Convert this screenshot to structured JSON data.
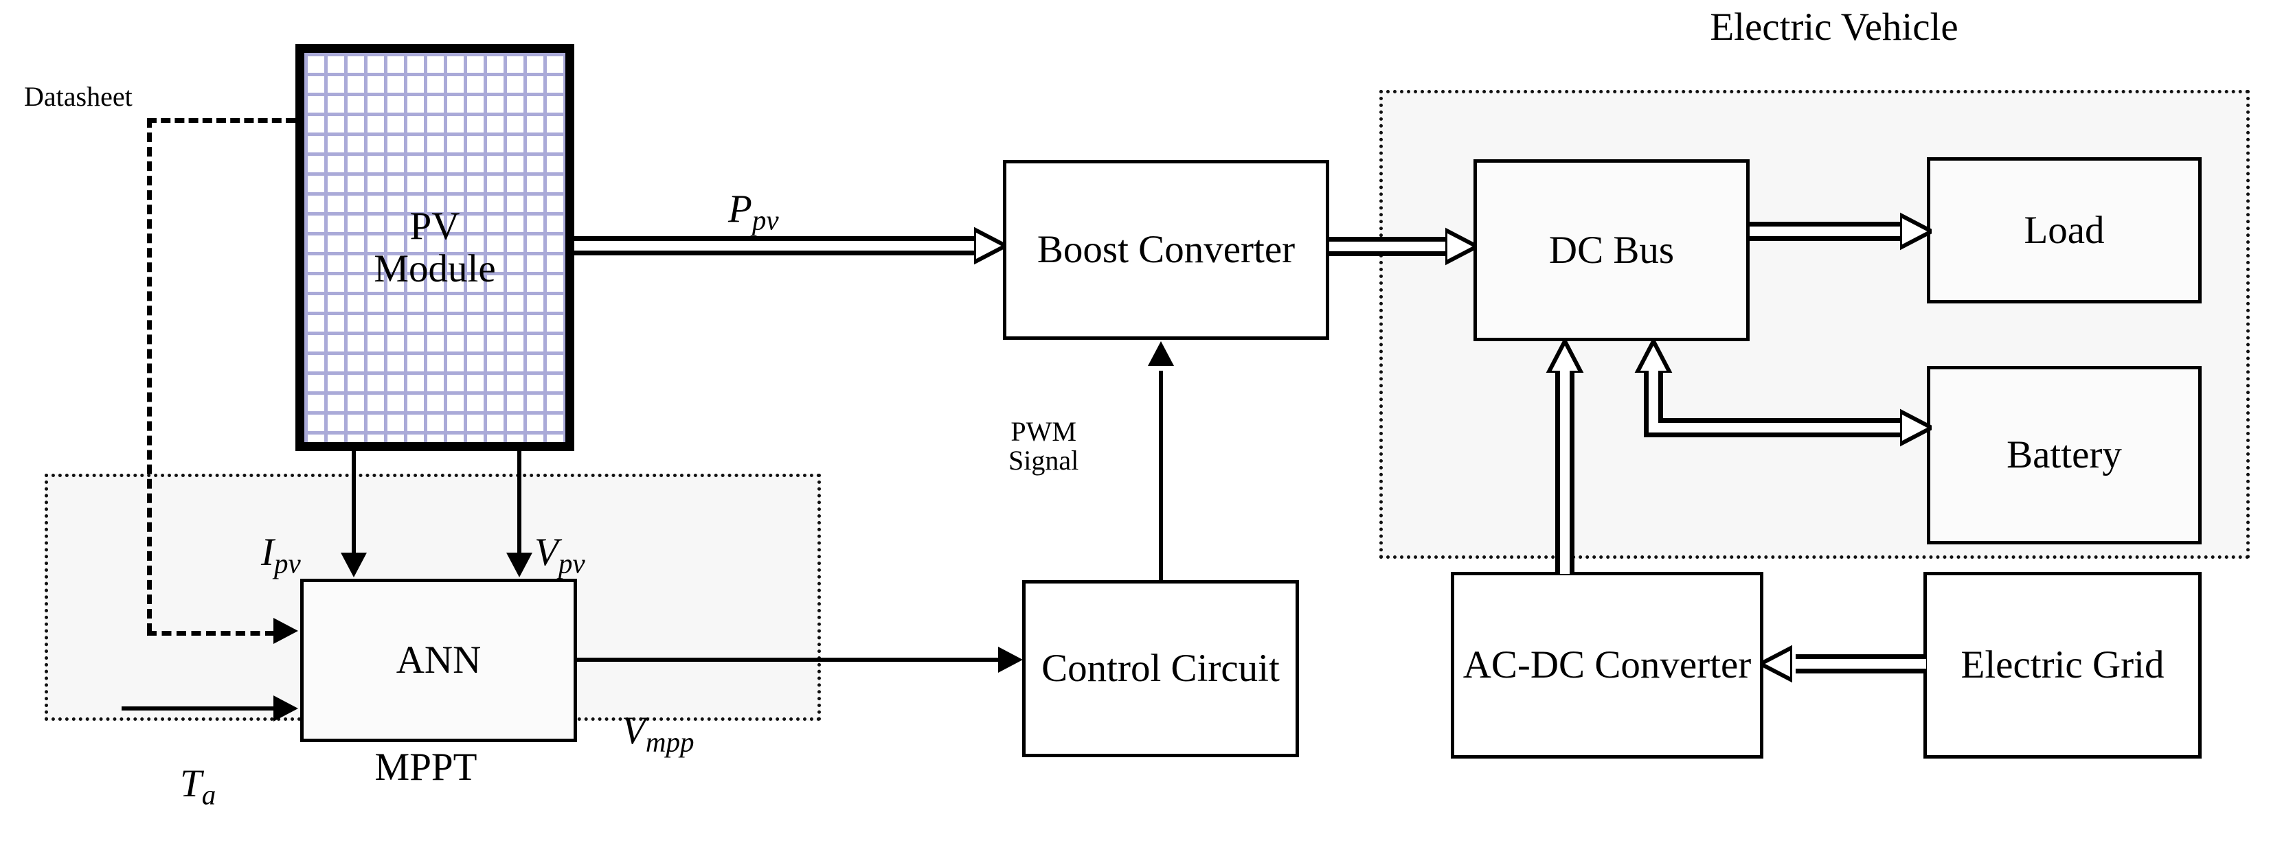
{
  "diagram": {
    "title_visible": false,
    "groups": [
      {
        "key": "mppt",
        "label": "MPPT",
        "style": "dotted"
      },
      {
        "key": "ev",
        "label": "Electric Vehicle",
        "style": "dotted"
      }
    ],
    "blocks": {
      "pv_module": "PV\nModule",
      "boost_converter": "Boost\nConverter",
      "ann": "ANN",
      "control_circuit": "Control\nCircuit",
      "dc_bus": "DC Bus",
      "load": "Load",
      "battery": "Battery",
      "ac_dc_converter": "AC-DC\nConverter",
      "electric_grid": "Electric\nGrid"
    },
    "signal_labels": {
      "datasheet": "Datasheet",
      "pwm_signal": "PWM\nSignal",
      "p_pv": {
        "base": "P",
        "sub": "pv"
      },
      "i_pv": {
        "base": "I",
        "sub": "pv"
      },
      "v_pv": {
        "base": "V",
        "sub": "pv"
      },
      "v_mpp": {
        "base": "V",
        "sub": "mpp"
      },
      "t_a": {
        "base": "T",
        "sub": "a"
      }
    },
    "colors": {
      "ink": "#000000",
      "group_fill": "#f7f7f7",
      "pv_cell_grid": "#aaaad8",
      "page": "#ffffff"
    }
  }
}
